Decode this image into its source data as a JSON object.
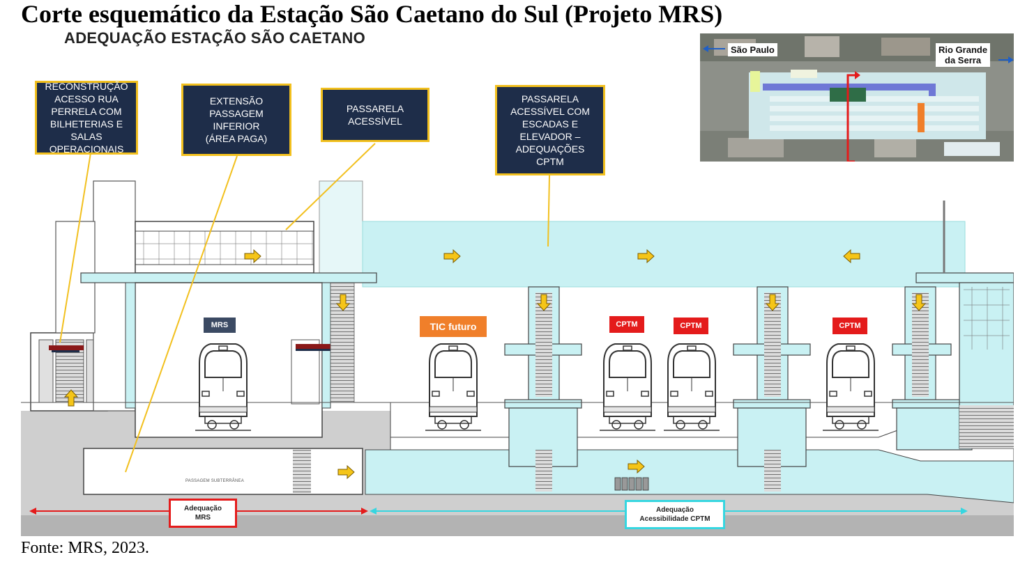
{
  "page": {
    "title": "Corte esquemático da Estação São Caetano do Sul (Projeto MRS)",
    "caption": "Fonte: MRS, 2023."
  },
  "diagram": {
    "heading": "ADEQUAÇÃO ESTAÇÃO SÃO CAETANO",
    "callouts": [
      {
        "lines": [
          "RECONSTRUÇÃO",
          "ACESSO RUA",
          "PERRELA COM",
          "BILHETERIAS E SALAS",
          "OPERACIONAIS"
        ]
      },
      {
        "lines": [
          "EXTENSÃO",
          "PASSAGEM",
          "INFERIOR",
          "(ÁREA PAGA)"
        ]
      },
      {
        "lines": [
          "PASSARELA",
          "ACESSÍVEL"
        ]
      },
      {
        "lines": [
          "PASSARELA",
          "ACESSÍVEL COM",
          "ESCADAS E",
          "ELEVADOR –",
          "ADEQUAÇÕES",
          "CPTM"
        ]
      }
    ],
    "train_tags": {
      "mrs": "MRS",
      "tic": "TIC futuro",
      "cptm_1": "CPTM",
      "cptm_2": "CPTM",
      "cptm_3": "CPTM"
    },
    "underground_label": "PASSAGEM SUBTERRÂNEA",
    "footer_red": [
      "Adequação",
      "MRS"
    ],
    "footer_cyan": [
      "Adequação",
      "Acessibilidade CPTM"
    ],
    "inset": {
      "left_label": "São  Paulo",
      "right_label": [
        "Rio Grande",
        "da Serra"
      ]
    },
    "colors": {
      "callout_bg": "#1e2d49",
      "callout_border": "#f2c01e",
      "structure_cyan": "#c9f1f3",
      "ground_gray": "#bfbfbf",
      "mrs_red": "#e41b1b",
      "cptm_cyan": "#36d6e0",
      "tic_orange": "#f07f2a",
      "flow_arrow": "#f5c518"
    }
  }
}
